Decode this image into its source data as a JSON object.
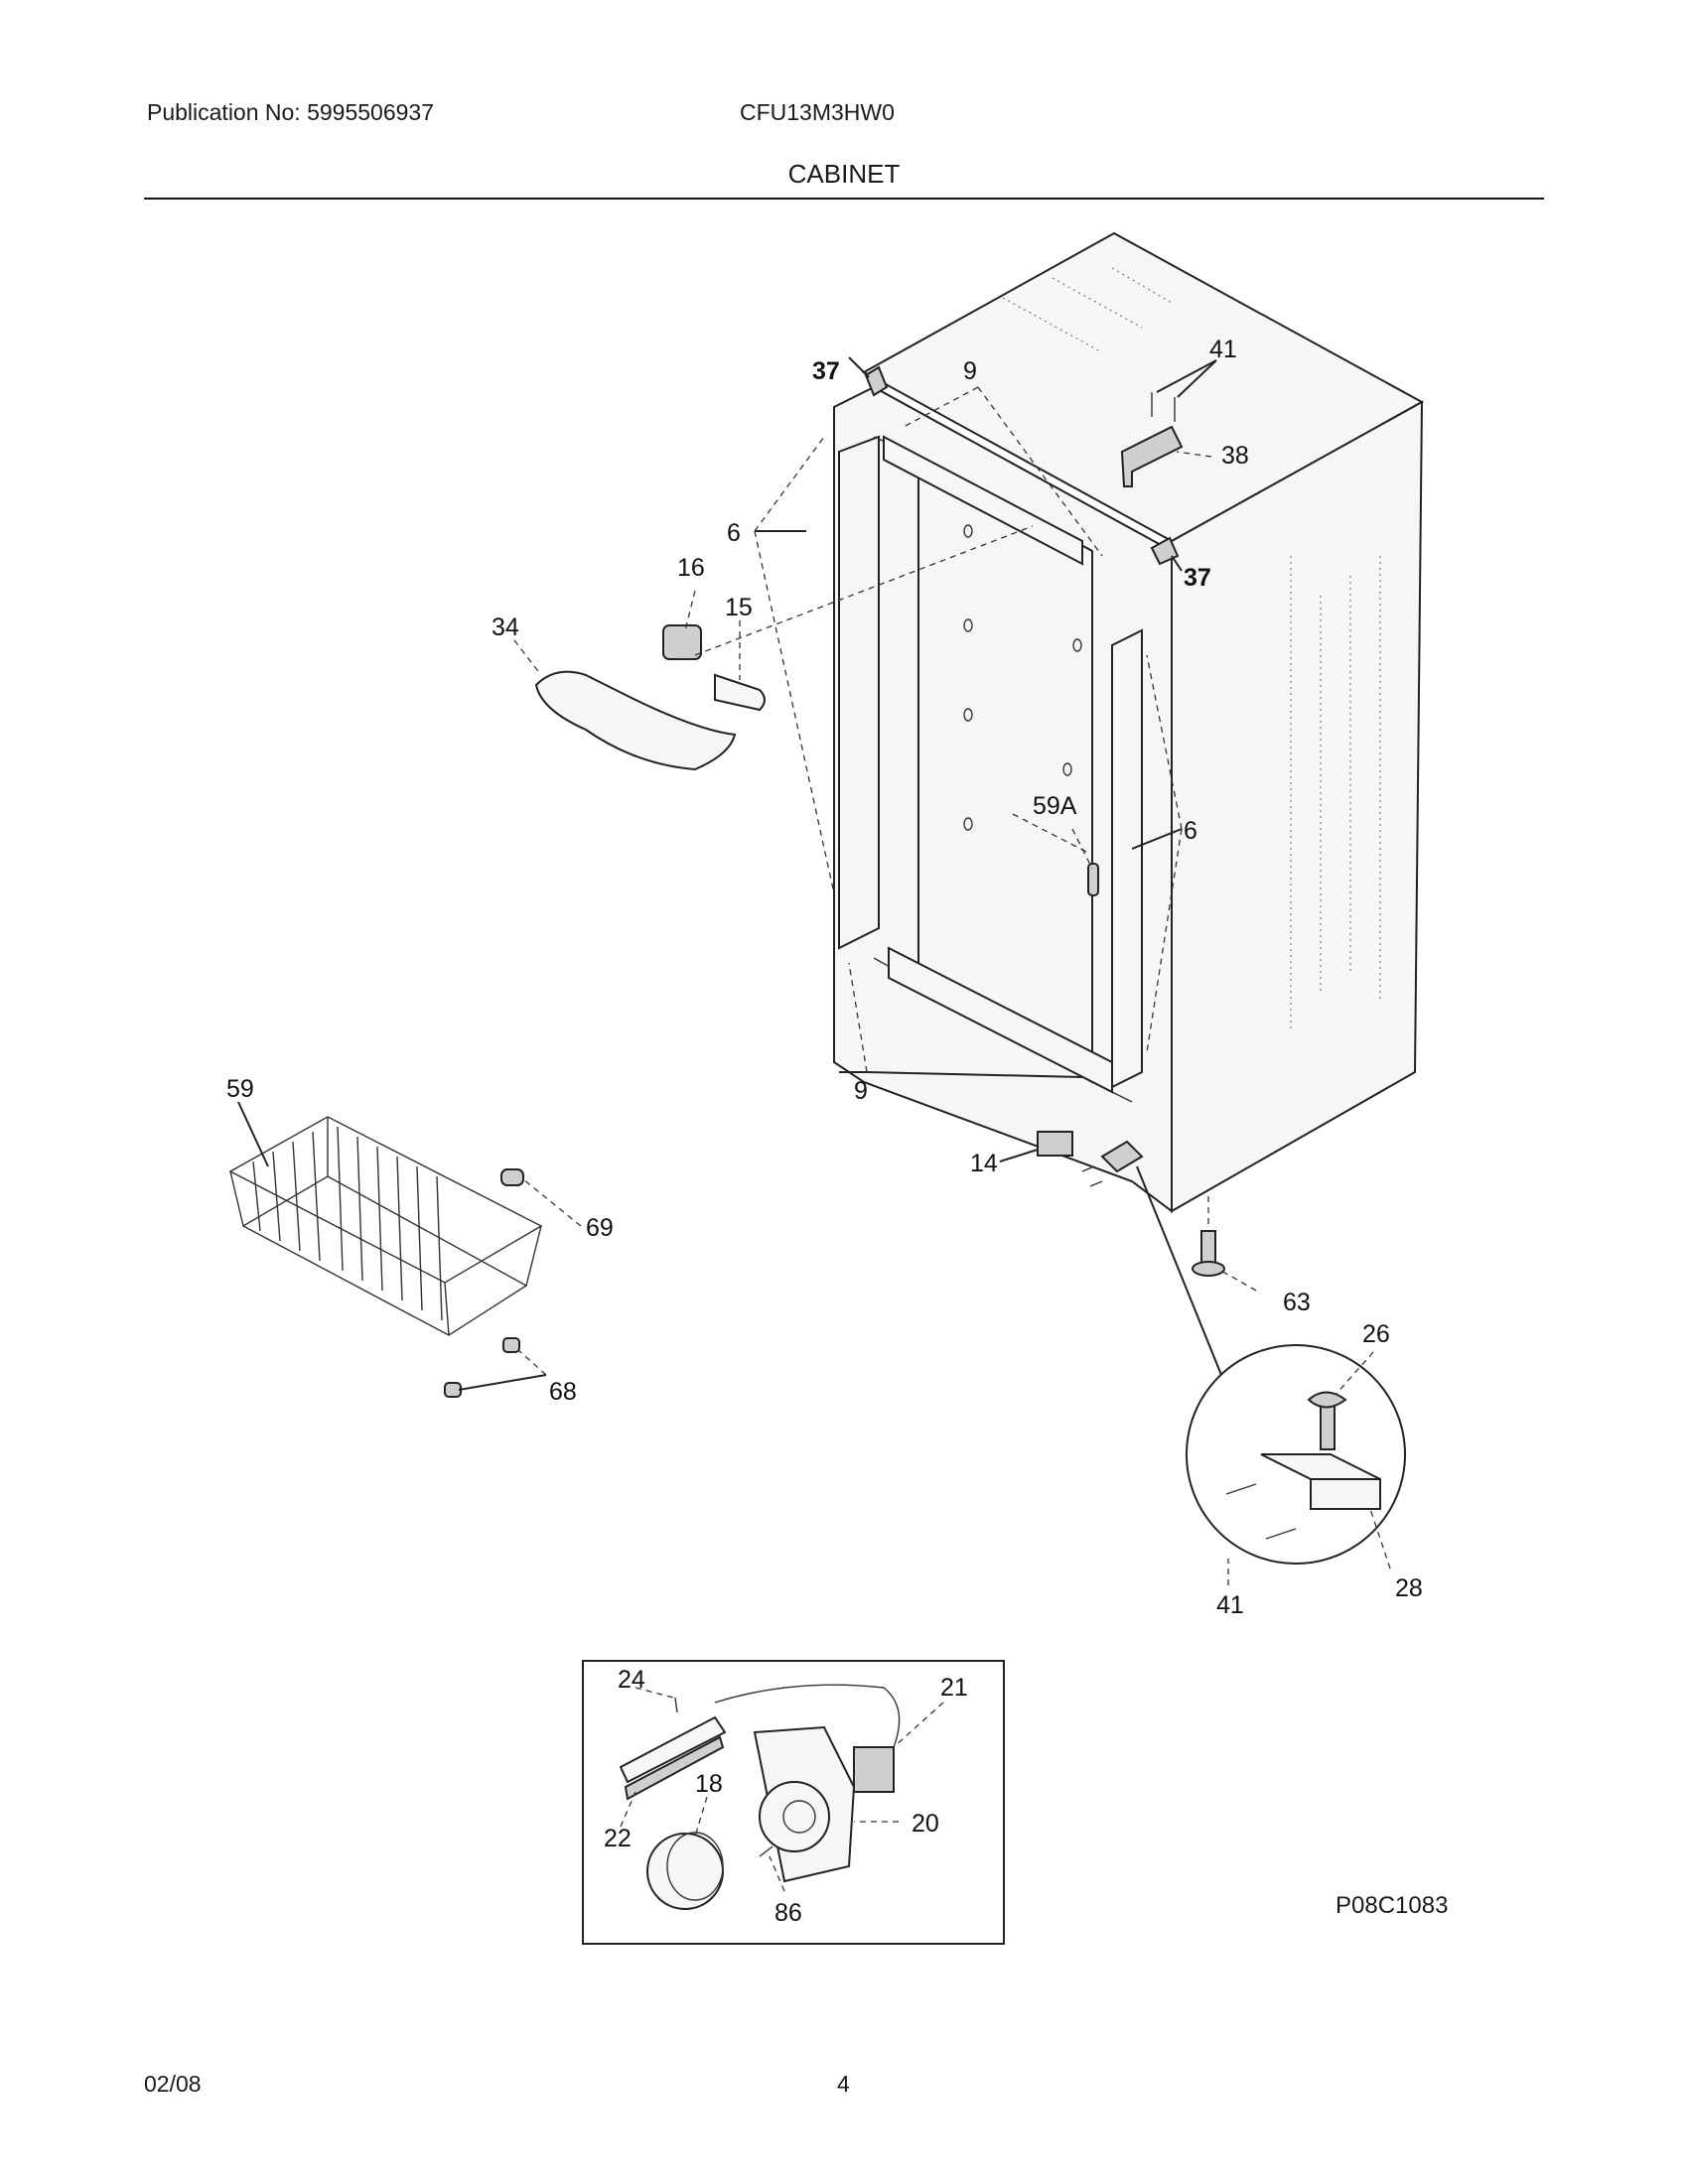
{
  "header": {
    "publication": "Publication No: 5995506937",
    "model": "CFU13M3HW0",
    "section_title": "CABINET"
  },
  "callouts": {
    "c37a": "37",
    "c9a": "9",
    "c41a": "41",
    "c38": "38",
    "c6a": "6",
    "c37b": "37",
    "c16": "16",
    "c15": "15",
    "c34": "34",
    "c59a": "59A",
    "c6b": "6",
    "c59": "59",
    "c9b": "9",
    "c14": "14",
    "c69": "69",
    "c63": "63",
    "c68": "68",
    "c26": "26",
    "c28": "28",
    "c41b": "41",
    "c24": "24",
    "c21": "21",
    "c18": "18",
    "c20": "20",
    "c22": "22",
    "c86": "86"
  },
  "drawing_code": "P08C1083",
  "footer": {
    "date": "02/08",
    "page": "4"
  }
}
